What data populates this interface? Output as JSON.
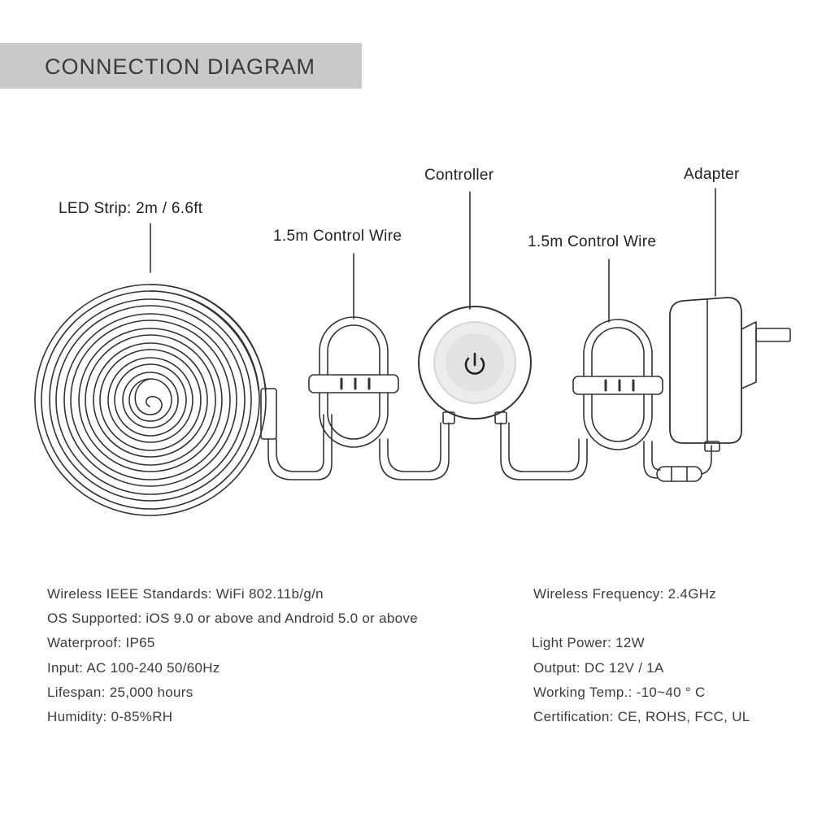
{
  "header": {
    "title": "CONNECTION DIAGRAM"
  },
  "labels": {
    "led_strip": "LED Strip: 2m / 6.6ft",
    "control_wire_left": "1.5m Control Wire",
    "controller": "Controller",
    "control_wire_right": "1.5m Control Wire",
    "adapter": "Adapter"
  },
  "specs": {
    "left": [
      "Wireless IEEE Standards: WiFi 802.11b/g/n",
      "OS Supported: iOS 9.0 or above and Android 5.0 or above",
      "Waterproof: IP65",
      "Input: AC 100-240 50/60Hz",
      "Lifespan: 25,000 hours",
      "Humidity: 0-85%RH"
    ],
    "right": [
      "Wireless Frequency: 2.4GHz",
      "Light Power: 12W",
      "Output: DC 12V / 1A",
      "Working Temp.: -10~40 ° C",
      "Certification: CE, ROHS, FCC, UL"
    ]
  },
  "icons": {
    "controller_button": "power-icon"
  },
  "colors": {
    "title_bar": "#c9c9c9",
    "line": "#333333"
  }
}
